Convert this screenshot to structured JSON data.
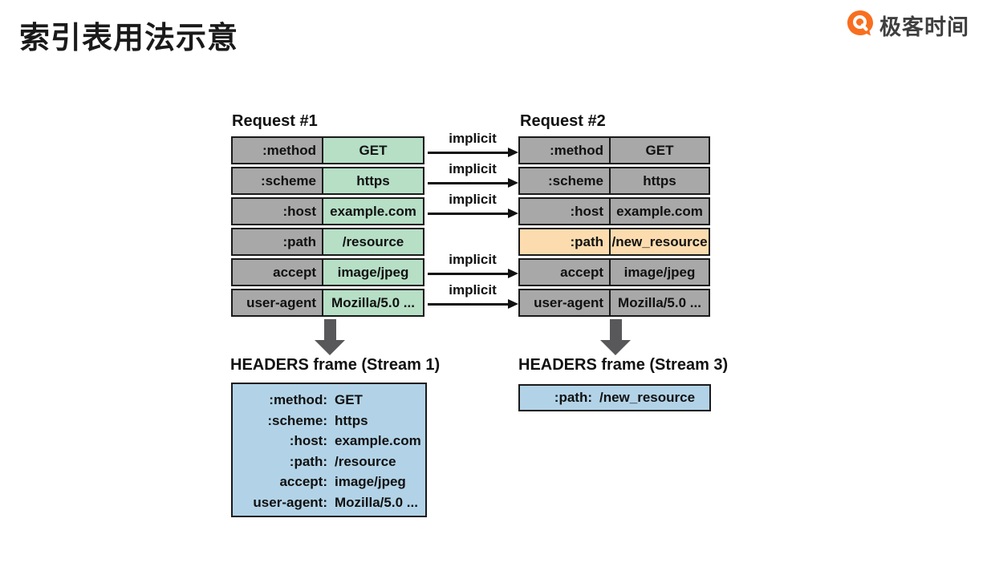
{
  "page": {
    "title": "索引表用法示意",
    "brand": "极客时间"
  },
  "colors": {
    "gray": "#a8a8a8",
    "green": "#b6dfc6",
    "peach": "#fcdcae",
    "blue": "#b2d3e7",
    "arrow": "#58585b",
    "brand": "#f96e1f"
  },
  "diagram": {
    "request1": {
      "label": "Request #1",
      "rows": [
        {
          "key": ":method",
          "value": "GET"
        },
        {
          "key": ":scheme",
          "value": "https"
        },
        {
          "key": ":host",
          "value": "example.com"
        },
        {
          "key": ":path",
          "value": "/resource"
        },
        {
          "key": "accept",
          "value": "image/jpeg"
        },
        {
          "key": "user-agent",
          "value": "Mozilla/5.0 ..."
        }
      ]
    },
    "request2": {
      "label": "Request #2",
      "rows": [
        {
          "key": ":method",
          "value": "GET"
        },
        {
          "key": ":scheme",
          "value": "https"
        },
        {
          "key": ":host",
          "value": "example.com"
        },
        {
          "key": ":path",
          "value": "/new_resource"
        },
        {
          "key": "accept",
          "value": "image/jpeg"
        },
        {
          "key": "user-agent",
          "value": "Mozilla/5.0 ..."
        }
      ]
    },
    "arrows": [
      {
        "label": "implicit"
      },
      {
        "label": "implicit"
      },
      {
        "label": "implicit"
      },
      {
        "label": "implicit"
      },
      {
        "label": "implicit"
      }
    ],
    "frame1": {
      "label": "HEADERS frame (Stream 1)",
      "entries": [
        {
          "key": ":method:",
          "value": "GET"
        },
        {
          "key": ":scheme:",
          "value": "https"
        },
        {
          "key": ":host:",
          "value": "example.com"
        },
        {
          "key": ":path:",
          "value": "/resource"
        },
        {
          "key": "accept:",
          "value": "image/jpeg"
        },
        {
          "key": "user-agent:",
          "value": "Mozilla/5.0 ..."
        }
      ]
    },
    "frame3": {
      "label": "HEADERS frame (Stream 3)",
      "entries": [
        {
          "key": ":path:",
          "value": "/new_resource"
        }
      ]
    }
  }
}
